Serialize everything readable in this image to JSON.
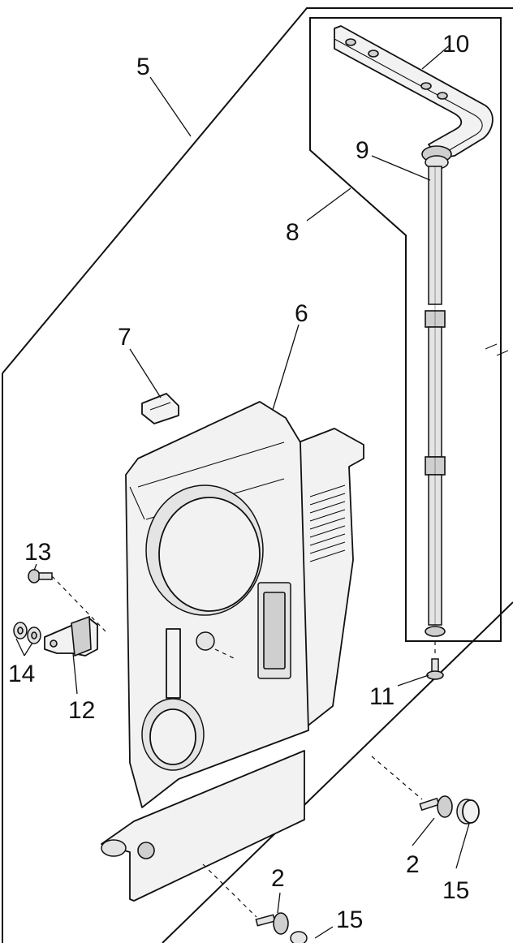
{
  "callouts": {
    "c2a": "2",
    "c2b": "2",
    "c5": "5",
    "c6": "6",
    "c7": "7",
    "c8": "8",
    "c9": "9",
    "c10": "10",
    "c11": "11",
    "c12": "12",
    "c13": "13",
    "c14": "14",
    "c15a": "15",
    "c15b": "15"
  }
}
